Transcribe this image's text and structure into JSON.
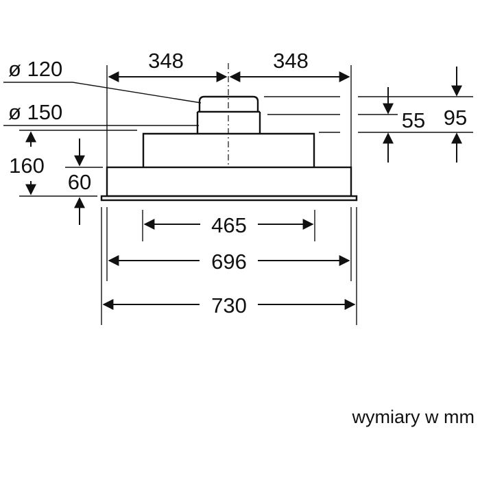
{
  "labels": {
    "dim_348_left": "348",
    "dim_348_right": "348",
    "dia_120": "ø 120",
    "dia_150": "ø 150",
    "dim_55": "55",
    "dim_95": "95",
    "dim_160": "160",
    "dim_60": "60",
    "dim_465": "465",
    "dim_696": "696",
    "dim_730": "730",
    "units_note": "wymiary w mm"
  },
  "colors": {
    "ink": "#111111",
    "panel_fill": "#f2f2f2",
    "background": "#ffffff"
  }
}
